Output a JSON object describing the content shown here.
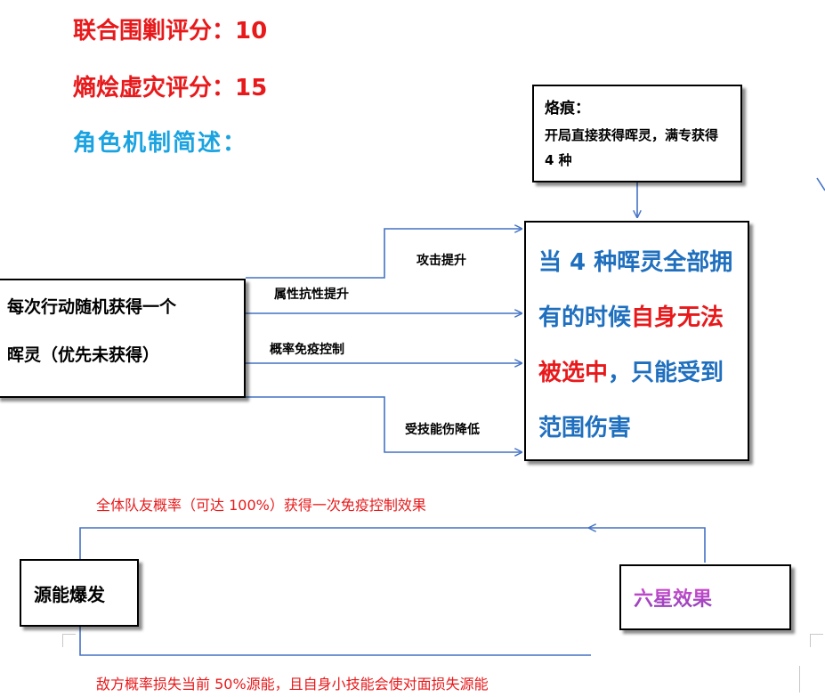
{
  "headings": {
    "joint_raid": "联合围剿评分：10",
    "blaze_void": "熵烩虚灾评分：15",
    "mechanic_intro": "角色机制简述："
  },
  "trait_box": {
    "title": "烙痕：",
    "text": "开局直接获得晖灵，满专获得 4 种"
  },
  "action_box": {
    "line1": "每次行动随机获得一个",
    "line2": "晖灵（优先未获得）"
  },
  "branch_labels": [
    "攻击提升",
    "属性抗性提升",
    "概率免疫控制",
    "受技能伤降低"
  ],
  "result_box": {
    "part1": "当 4 种晖灵全部拥有的时候",
    "part2": "自身无法被选中",
    "part3": "，只能受到范围伤害"
  },
  "burst_box": {
    "label": "源能爆发"
  },
  "six_star_box": {
    "label": "六星效果"
  },
  "notes": {
    "top": "全体队友概率（可达 100%）获得一次免疫控制效果",
    "bottom": "敌方概率损失当前 50%源能，且自身小技能会使对面损失源能"
  },
  "colors": {
    "red": "#e8191b",
    "blue_heading": "#1aa3e0",
    "blue_text": "#1f6fbf",
    "connector": "#4472c4",
    "purple_gradient": [
      "#d94fd2",
      "#8a3fb8"
    ]
  }
}
